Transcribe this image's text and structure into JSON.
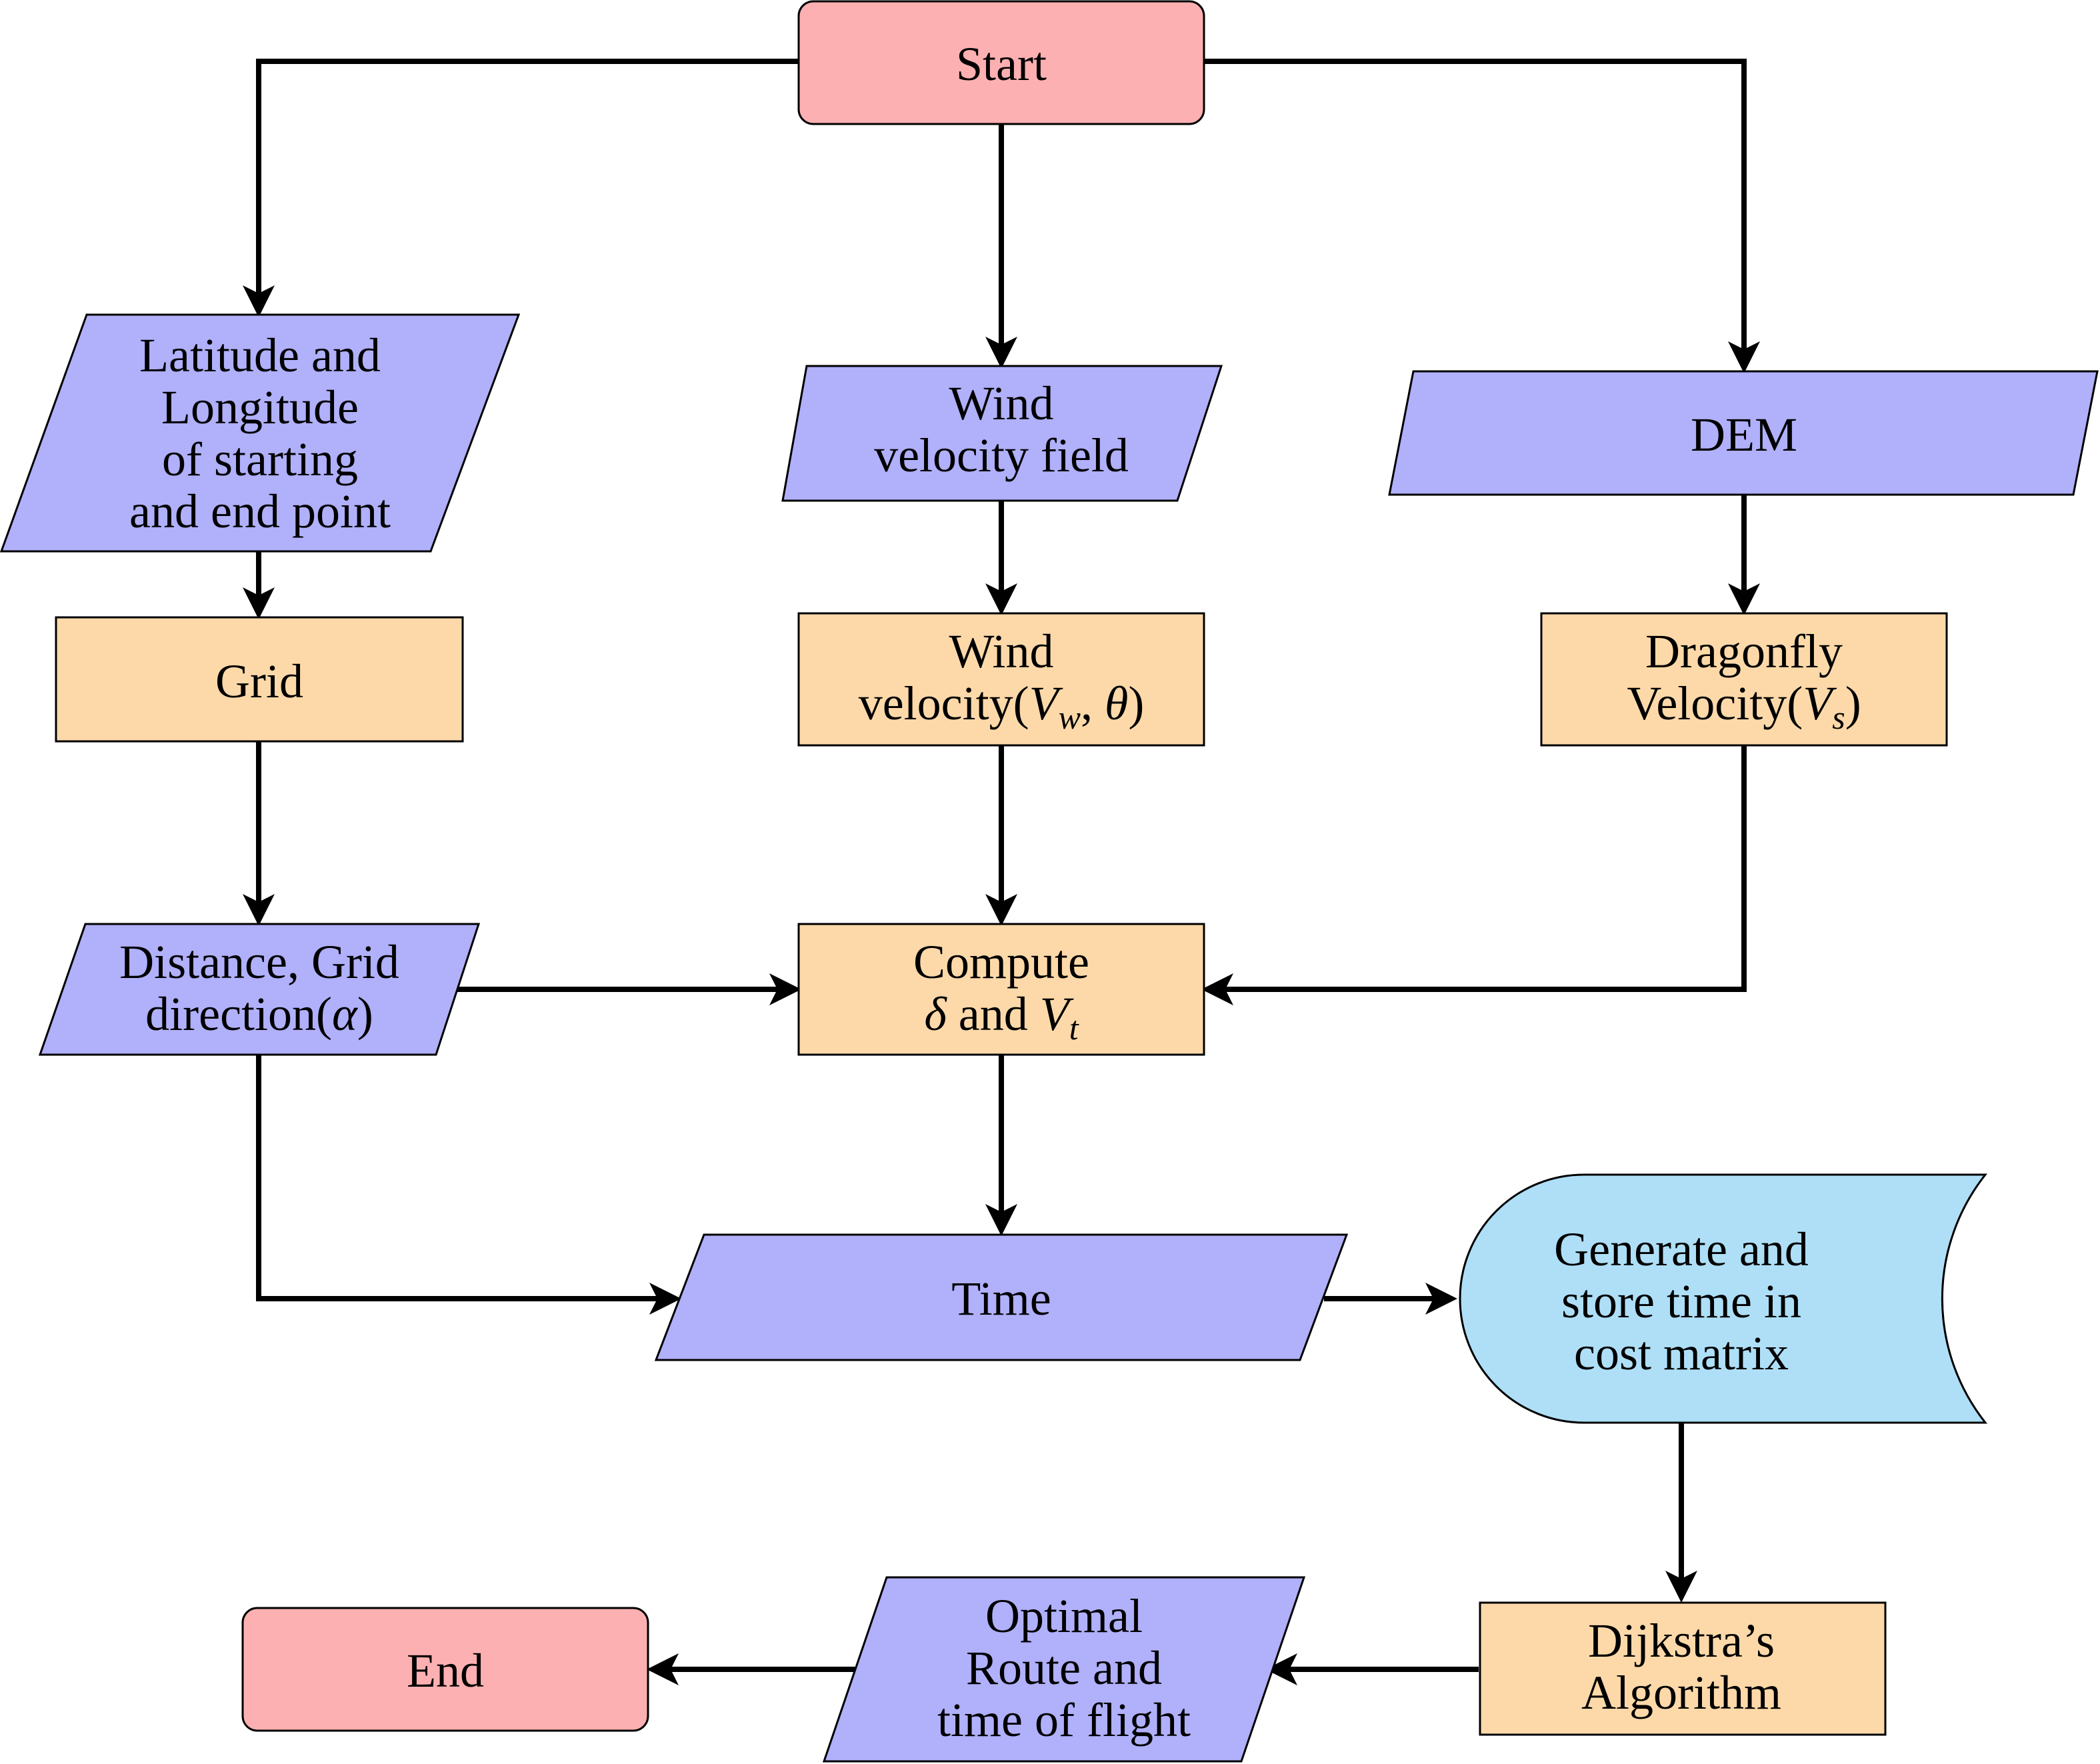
{
  "colors": {
    "terminal": "#fdb0b1",
    "io": "#b0b0fb",
    "process": "#fdd9a9",
    "storage": "#aedff7",
    "line": "#000000"
  },
  "nodes": {
    "start": {
      "lines": [
        [
          "Start"
        ]
      ]
    },
    "lat_long": {
      "lines": [
        [
          "Latitude and"
        ],
        [
          "Longitude"
        ],
        [
          "of starting"
        ],
        [
          "and end point"
        ]
      ]
    },
    "wind_field": {
      "lines": [
        [
          "Wind"
        ],
        [
          "velocity field"
        ]
      ]
    },
    "dem": {
      "lines": [
        [
          "DEM"
        ]
      ]
    },
    "grid": {
      "lines": [
        [
          "Grid"
        ]
      ]
    },
    "wind_velocity": {
      "lines": [
        [
          "Wind"
        ],
        [
          "velocity(",
          {
            "math": "V"
          },
          {
            "sub": "w"
          },
          ", ",
          {
            "math": "θ"
          },
          ")"
        ]
      ]
    },
    "dragonfly_velocity": {
      "lines": [
        [
          "Dragonfly"
        ],
        [
          "Velocity(",
          {
            "math": "V"
          },
          {
            "sub": "s"
          },
          ")"
        ]
      ]
    },
    "distance": {
      "lines": [
        [
          "Distance, Grid"
        ],
        [
          "direction(",
          {
            "math": "α"
          },
          ")"
        ]
      ]
    },
    "compute": {
      "lines": [
        [
          "Compute"
        ],
        [
          {
            "math": "δ"
          },
          " and ",
          {
            "math": "V"
          },
          {
            "sub": "t"
          }
        ]
      ]
    },
    "time": {
      "lines": [
        [
          "Time"
        ]
      ]
    },
    "cost_matrix": {
      "lines": [
        [
          "Generate and"
        ],
        [
          "store time in"
        ],
        [
          "cost matrix"
        ]
      ]
    },
    "dijkstra": {
      "lines": [
        [
          "Dijkstra’s"
        ],
        [
          "Algorithm"
        ]
      ]
    },
    "optimal_route": {
      "lines": [
        [
          "Optimal"
        ],
        [
          "Route and"
        ],
        [
          "time of flight"
        ]
      ]
    },
    "end": {
      "lines": [
        [
          "End"
        ]
      ]
    }
  }
}
